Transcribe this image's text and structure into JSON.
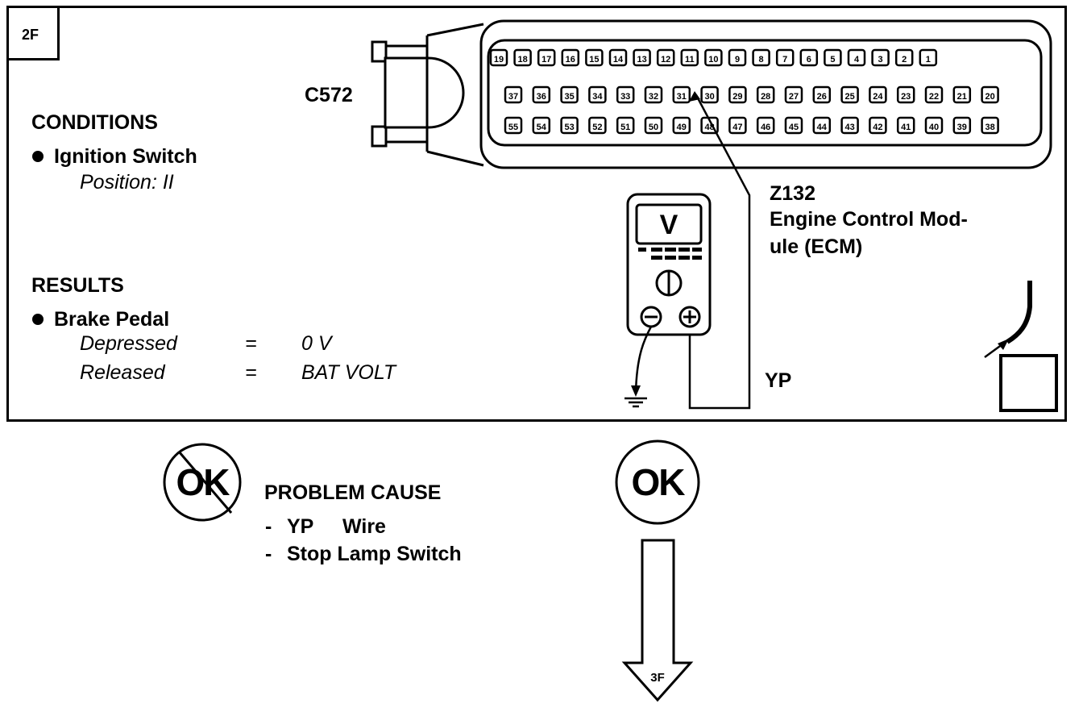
{
  "step": {
    "id": "2F"
  },
  "connector": {
    "label": "C572",
    "row1": [
      "19",
      "18",
      "17",
      "16",
      "15",
      "14",
      "13",
      "12",
      "11",
      "10",
      "9",
      "8",
      "7",
      "6",
      "5",
      "4",
      "3",
      "2",
      "1"
    ],
    "row2": [
      "37",
      "36",
      "35",
      "34",
      "33",
      "32",
      "31",
      "30",
      "29",
      "28",
      "27",
      "26",
      "25",
      "24",
      "23",
      "22",
      "21",
      "20"
    ],
    "row3": [
      "55",
      "54",
      "53",
      "52",
      "51",
      "50",
      "49",
      "48",
      "47",
      "46",
      "45",
      "44",
      "43",
      "42",
      "41",
      "40",
      "39",
      "38"
    ]
  },
  "component": {
    "code": "Z132",
    "name_line1": "Engine Control Mod-",
    "name_line2": "ule (ECM)"
  },
  "meter": {
    "display": "V"
  },
  "wire": {
    "color": "YP"
  },
  "conditions": {
    "heading": "CONDITIONS",
    "item": "Ignition Switch",
    "sub": "Position: II"
  },
  "results": {
    "heading": "RESULTS",
    "item": "Brake Pedal",
    "rows": [
      {
        "label": "Depressed",
        "eq": "=",
        "value": "0 V"
      },
      {
        "label": "Released",
        "eq": "=",
        "value": "BAT VOLT"
      }
    ]
  },
  "not_ok": {
    "symbol": "OK",
    "heading": "PROBLEM CAUSE",
    "causes": [
      {
        "dash": "-",
        "text": "YP",
        "extra": "Wire"
      },
      {
        "dash": "-",
        "text": "Stop Lamp Switch",
        "extra": ""
      }
    ]
  },
  "ok": {
    "symbol": "OK",
    "next_step": "3F"
  }
}
